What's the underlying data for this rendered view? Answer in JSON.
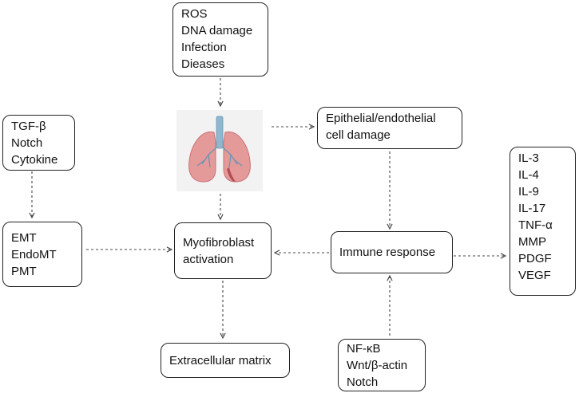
{
  "nodes": {
    "triggers": [
      "ROS",
      "DNA damage",
      "Infection",
      "Dieases"
    ],
    "lung_icon": "lungs-icon",
    "epithelial": [
      "Epithelial/endothelial",
      "cell damage"
    ],
    "tgf": [
      "TGF-β",
      "Notch",
      "Cytokine"
    ],
    "emt": [
      "EMT",
      "EndoMT",
      "PMT"
    ],
    "myofibroblast": [
      "Myofibroblast",
      "activation"
    ],
    "immune": [
      "Immune response"
    ],
    "cytokines": [
      "IL-3",
      "IL-4",
      "IL-9",
      "IL-17",
      "TNF-α",
      "MMP",
      "PDGF",
      "VEGF"
    ],
    "ecm": [
      "Extracellular matrix"
    ],
    "nfkb": [
      "NF-κB",
      "Wnt/β-actin",
      "Notch"
    ]
  },
  "colors": {
    "lung_fill": "#e59a9a",
    "lung_dark": "#c96f74",
    "trachea": "#8fb8cf",
    "bronchi": "#6c93b3",
    "box_border": "#222222"
  }
}
